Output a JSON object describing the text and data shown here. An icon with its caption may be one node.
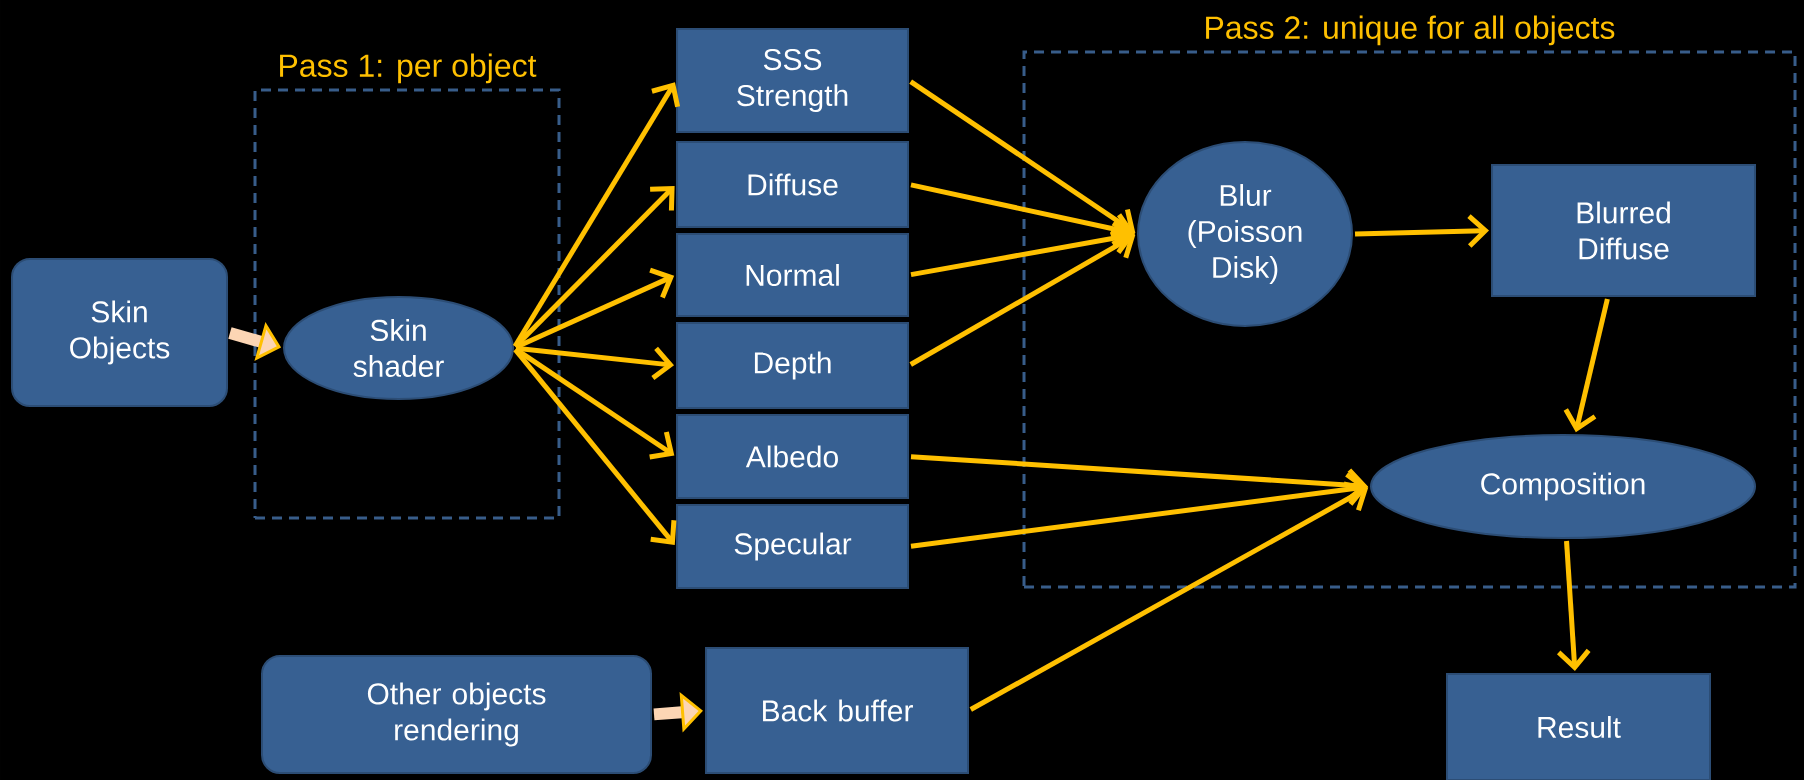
{
  "diagram": {
    "nodes": [
      {
        "text": [
          "Skin Objects"
        ]
      },
      {
        "text": [
          "Pass 1: per object"
        ]
      },
      {
        "text": [
          "Skin shader"
        ],
        "in": 1
      },
      {
        "text": [
          "SSS Strength"
        ]
      },
      {
        "text": [
          "Diffuse"
        ]
      },
      {
        "text": [
          "Normal"
        ]
      },
      {
        "text": [
          "Depth"
        ]
      },
      {
        "text": [
          "Albedo"
        ]
      },
      {
        "text": [
          "Specular"
        ]
      },
      {
        "text": [
          "Pass 2: unique for all objects"
        ]
      },
      {
        "text": [
          "Blur (Poisson Disk)"
        ],
        "in": 9
      },
      {
        "text": [
          "Blurred Diffuse"
        ],
        "in": 9
      },
      {
        "text": [
          "Composition"
        ],
        "in": 9
      },
      {
        "text": [
          "Other objects rendering"
        ]
      },
      {
        "text": [
          "Back buffer"
        ]
      },
      {
        "text": [
          "Result"
        ]
      }
    ],
    "edges": [
      {
        "from": 0,
        "to": 2,
        "arrow": "to",
        "style": "thick",
        "color": "#fcd5b4"
      },
      {
        "from": 2,
        "to": 3,
        "arrow": "to"
      },
      {
        "from": 2,
        "to": 4,
        "arrow": "to"
      },
      {
        "from": 2,
        "to": 5,
        "arrow": "to"
      },
      {
        "from": 2,
        "to": 6,
        "arrow": "to"
      },
      {
        "from": 2,
        "to": 7,
        "arrow": "to"
      },
      {
        "from": 2,
        "to": 8,
        "arrow": "to"
      },
      {
        "from": 3,
        "to": 10,
        "arrow": "to"
      },
      {
        "from": 4,
        "to": 10,
        "arrow": "to"
      },
      {
        "from": 5,
        "to": 10,
        "arrow": "to"
      },
      {
        "from": 6,
        "to": 10,
        "arrow": "to"
      },
      {
        "from": 10,
        "to": 11,
        "arrow": "to"
      },
      {
        "from": 11,
        "to": 12,
        "arrow": "to"
      },
      {
        "from": 7,
        "to": 12,
        "arrow": "to"
      },
      {
        "from": 8,
        "to": 12,
        "arrow": "to"
      },
      {
        "from": 14,
        "to": 12,
        "arrow": "to"
      },
      {
        "from": 13,
        "to": 14,
        "arrow": "to",
        "style": "thick",
        "color": "#fcd5b4"
      },
      {
        "from": 12,
        "to": 15,
        "arrow": "to"
      }
    ]
  }
}
